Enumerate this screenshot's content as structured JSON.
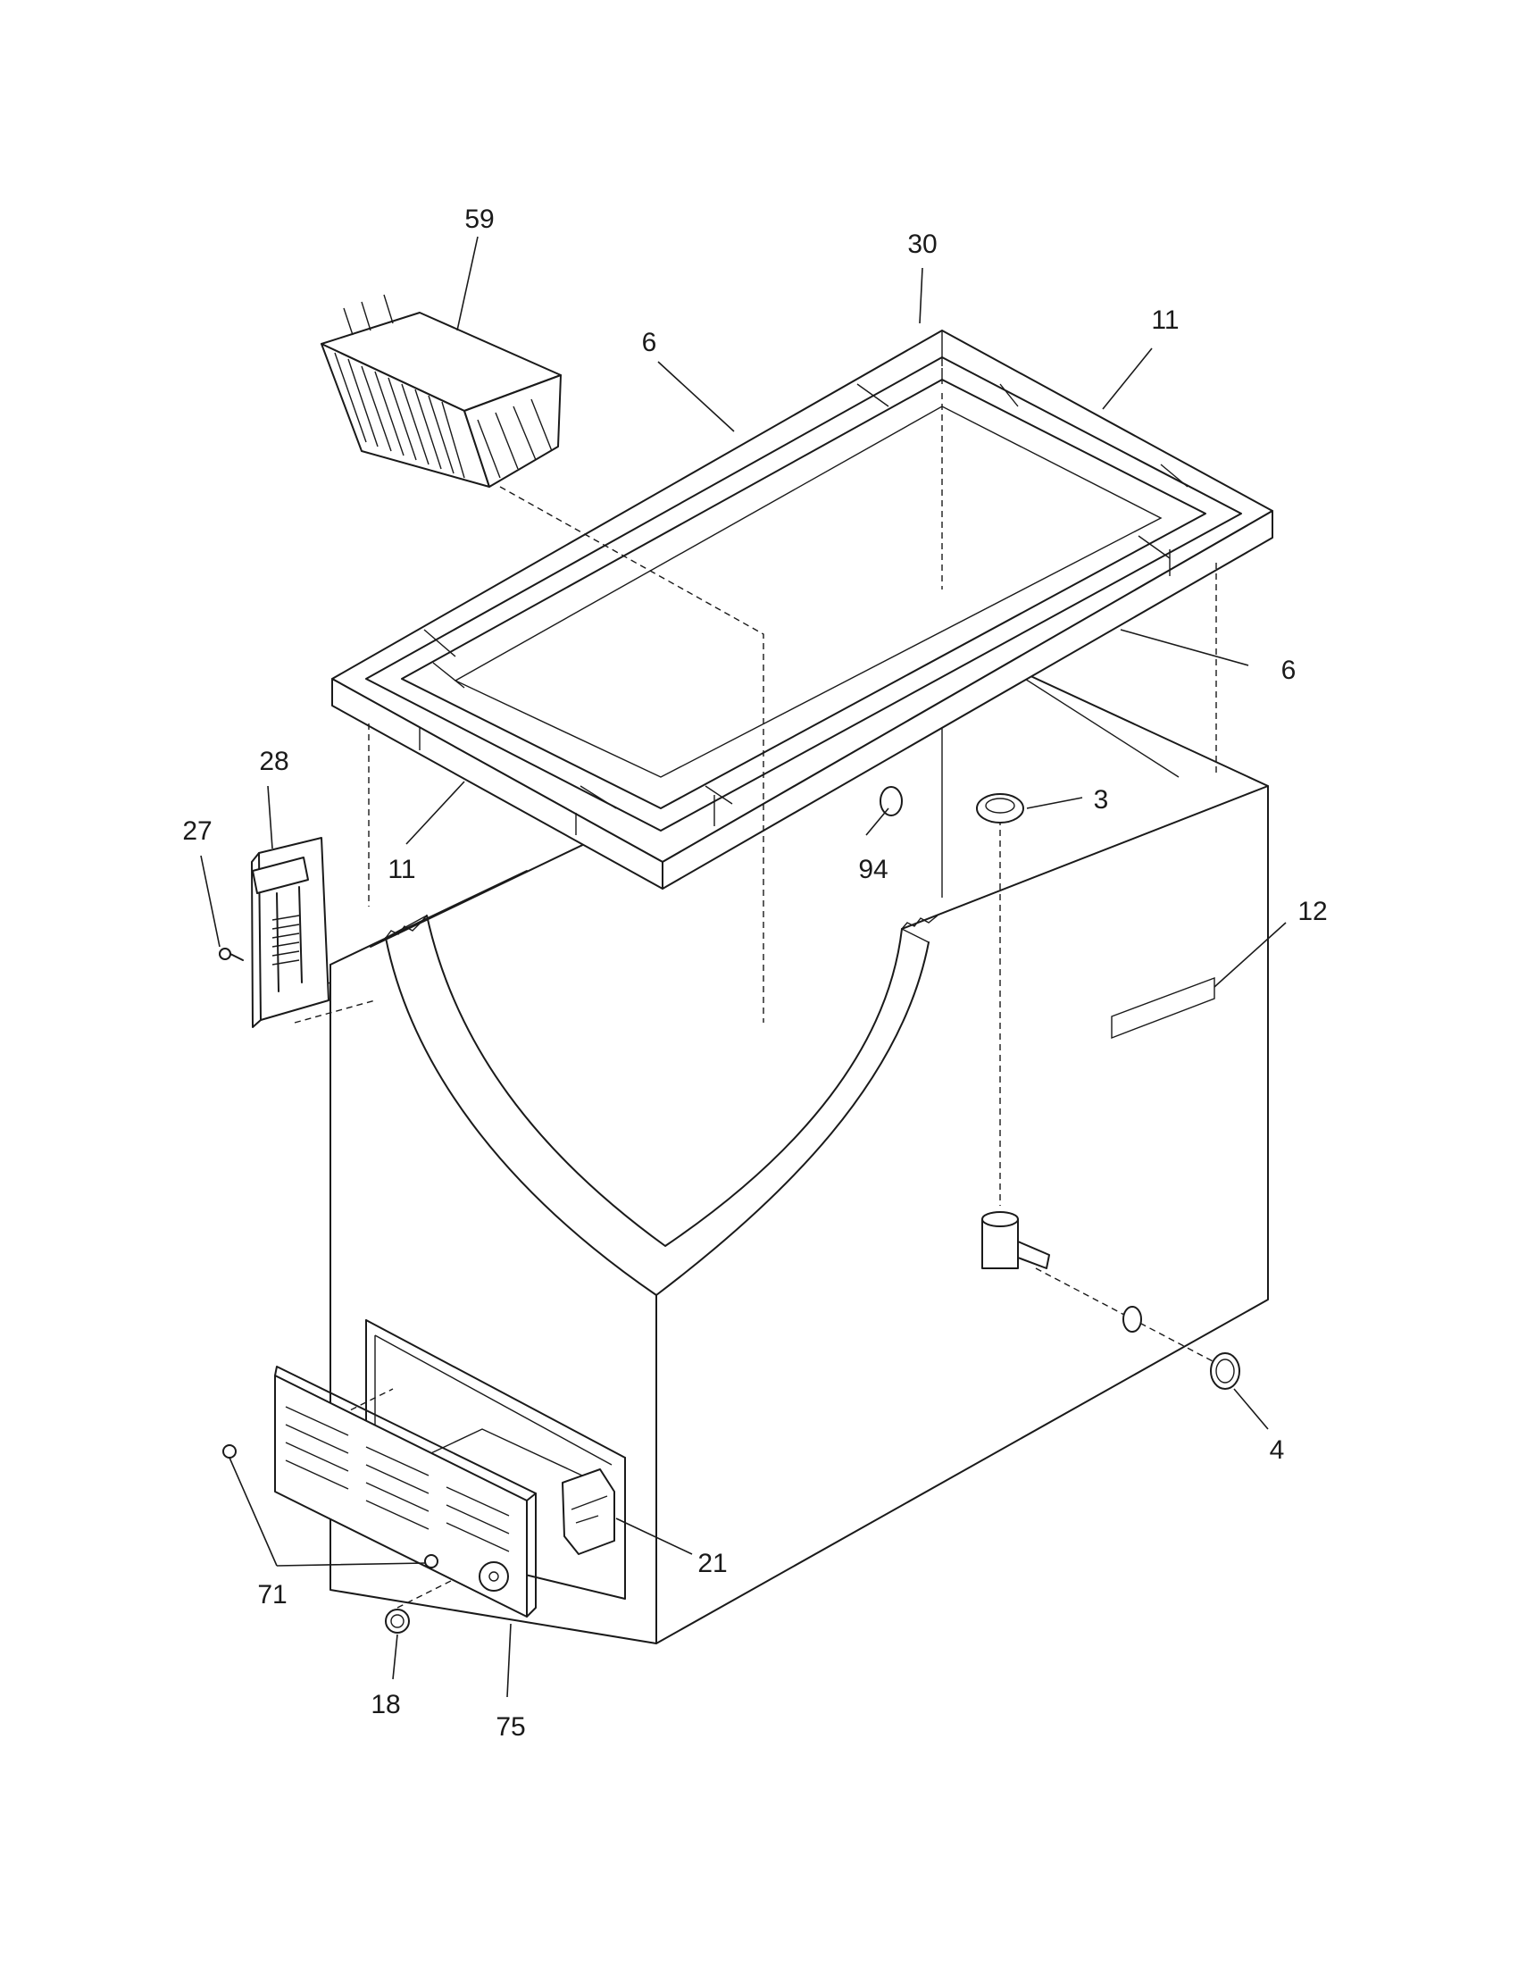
{
  "callouts": [
    {
      "id": "c59",
      "text": "59"
    },
    {
      "id": "c30",
      "text": "30"
    },
    {
      "id": "c11a",
      "text": "11"
    },
    {
      "id": "c6a",
      "text": "6"
    },
    {
      "id": "c6b",
      "text": "6"
    },
    {
      "id": "c28",
      "text": "28"
    },
    {
      "id": "c27",
      "text": "27"
    },
    {
      "id": "c11b",
      "text": "11"
    },
    {
      "id": "c3",
      "text": "3"
    },
    {
      "id": "c94",
      "text": "94"
    },
    {
      "id": "c12",
      "text": "12"
    },
    {
      "id": "c4",
      "text": "4"
    },
    {
      "id": "c21",
      "text": "21"
    },
    {
      "id": "c71",
      "text": "71"
    },
    {
      "id": "c18",
      "text": "18"
    },
    {
      "id": "c75",
      "text": "75"
    }
  ]
}
